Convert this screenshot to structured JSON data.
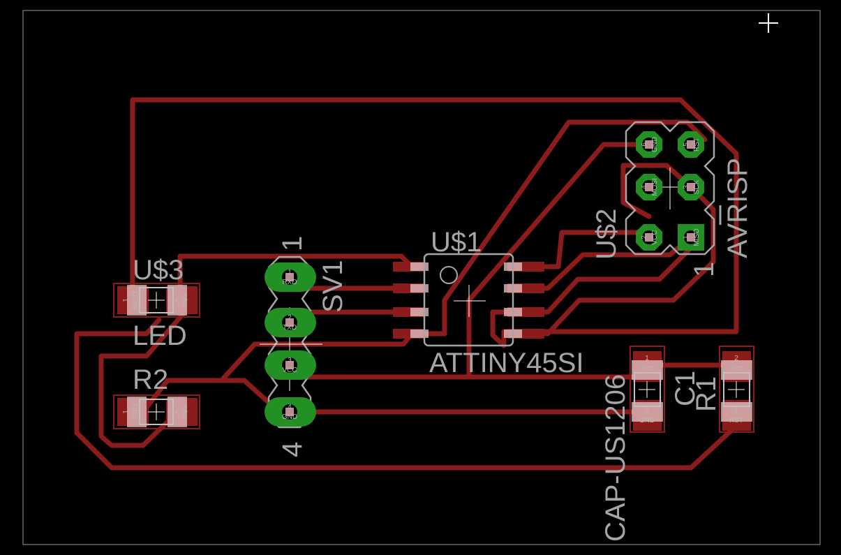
{
  "colors": {
    "background": "#000000",
    "trace": "#8c1c1c",
    "pad_thru": "#229022",
    "silkscreen": "#a6a6a6",
    "cursor": "#ffffff"
  },
  "icons": {
    "cursor": "crosshair-icon"
  },
  "labels": {
    "u3": "U$3",
    "led": "LED",
    "r2": "R2",
    "sv1": "SV1",
    "sv1_pin1": "1",
    "sv1_pin4": "4",
    "u1": "U$1",
    "attiny": "ATTINY45SI",
    "u2": "U$2",
    "avrisp": "AVRISP",
    "avrisp_pin1": "1",
    "c1": "C1",
    "r1": "R1",
    "cap": "CAP-US1206"
  },
  "u3_pads": [
    {
      "num": "1",
      "name": "MISO"
    },
    {
      "num": "2",
      "name": "N$3"
    }
  ],
  "r2_pads": [
    {
      "num": "1",
      "name": "GND"
    },
    {
      "num": "2",
      "name": "N$3"
    }
  ],
  "c1_pads": [
    {
      "num": "1",
      "name": "VCC"
    },
    {
      "num": "2",
      "name": "GND"
    }
  ],
  "r1_pads": [
    {
      "num": "2",
      "name": "VCC"
    },
    {
      "num": "1",
      "name": "RST"
    }
  ],
  "sv1_pins": [
    {
      "num": "1",
      "name": "RXD"
    },
    {
      "num": "2",
      "name": "TXD"
    },
    {
      "num": "3",
      "name": "VCC"
    },
    {
      "num": "4",
      "name": "GND"
    }
  ],
  "avrisp_pins": [
    {
      "num": "6",
      "name": "GND"
    },
    {
      "num": "5",
      "name": "RST"
    },
    {
      "num": "4",
      "name": "MOSI"
    },
    {
      "num": "3",
      "name": "SCK"
    },
    {
      "num": "2",
      "name": "VCC"
    },
    {
      "num": "1",
      "name": "MISO"
    }
  ]
}
